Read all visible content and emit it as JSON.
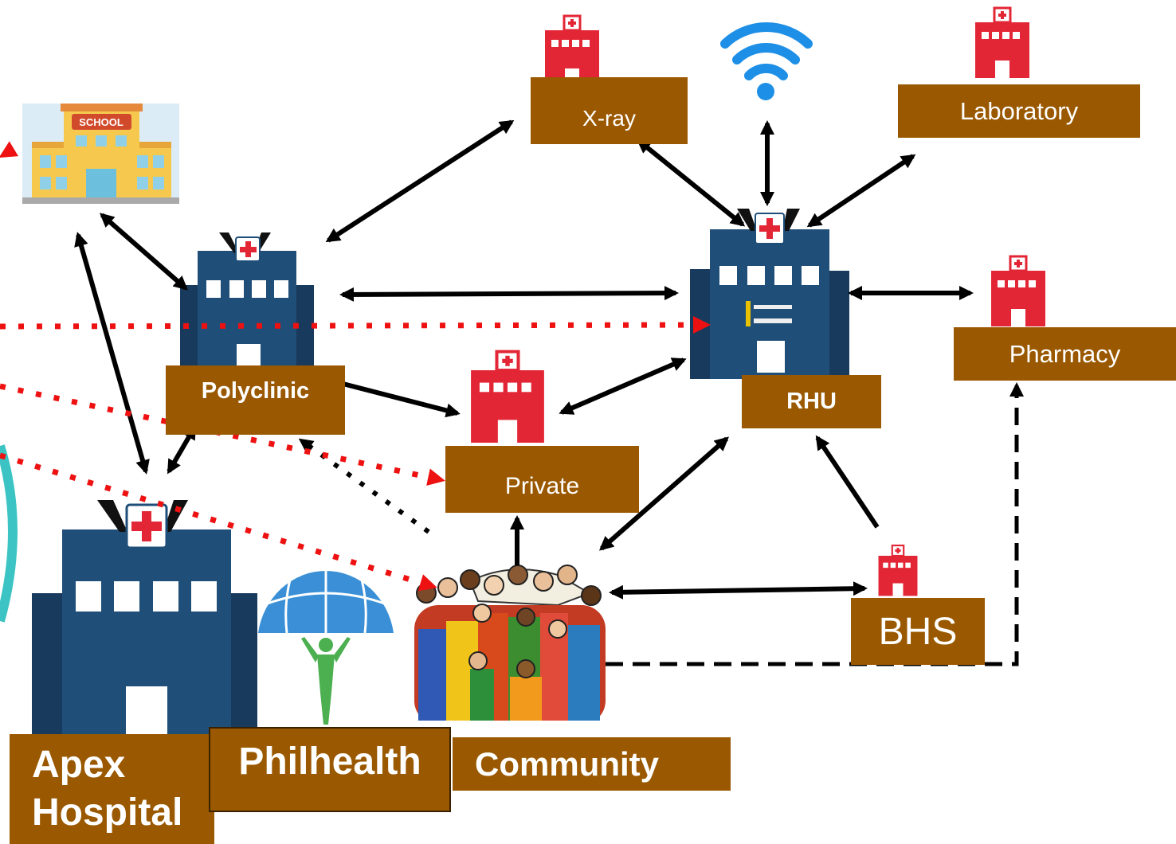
{
  "labels": {
    "xray": "X-ray",
    "laboratory": "Laboratory",
    "pharmacy": "Pharmacy",
    "polyclinic": "Polyclinic",
    "rhu": "RHU",
    "private": "Private",
    "bhs": "BHS",
    "apex_line1": "Apex",
    "apex_line2": "Hospital",
    "philhealth": "Philhealth",
    "community": "Community"
  },
  "school_sign": "SCHOOL",
  "icons": [
    "school-icon",
    "hospital-building-icon",
    "small-hospital-icon",
    "wifi-icon",
    "globe-people-icon",
    "crowd-icon"
  ],
  "colors": {
    "label_bg": "#9a5800",
    "label_text": "#ffffff",
    "building_navy": "#1f4e79",
    "clinic_red": "#e32636",
    "arrow_black": "#000000",
    "referral_red": "#ee1111",
    "wifi_blue": "#1e8fe6",
    "teal": "#3cc4c4"
  }
}
